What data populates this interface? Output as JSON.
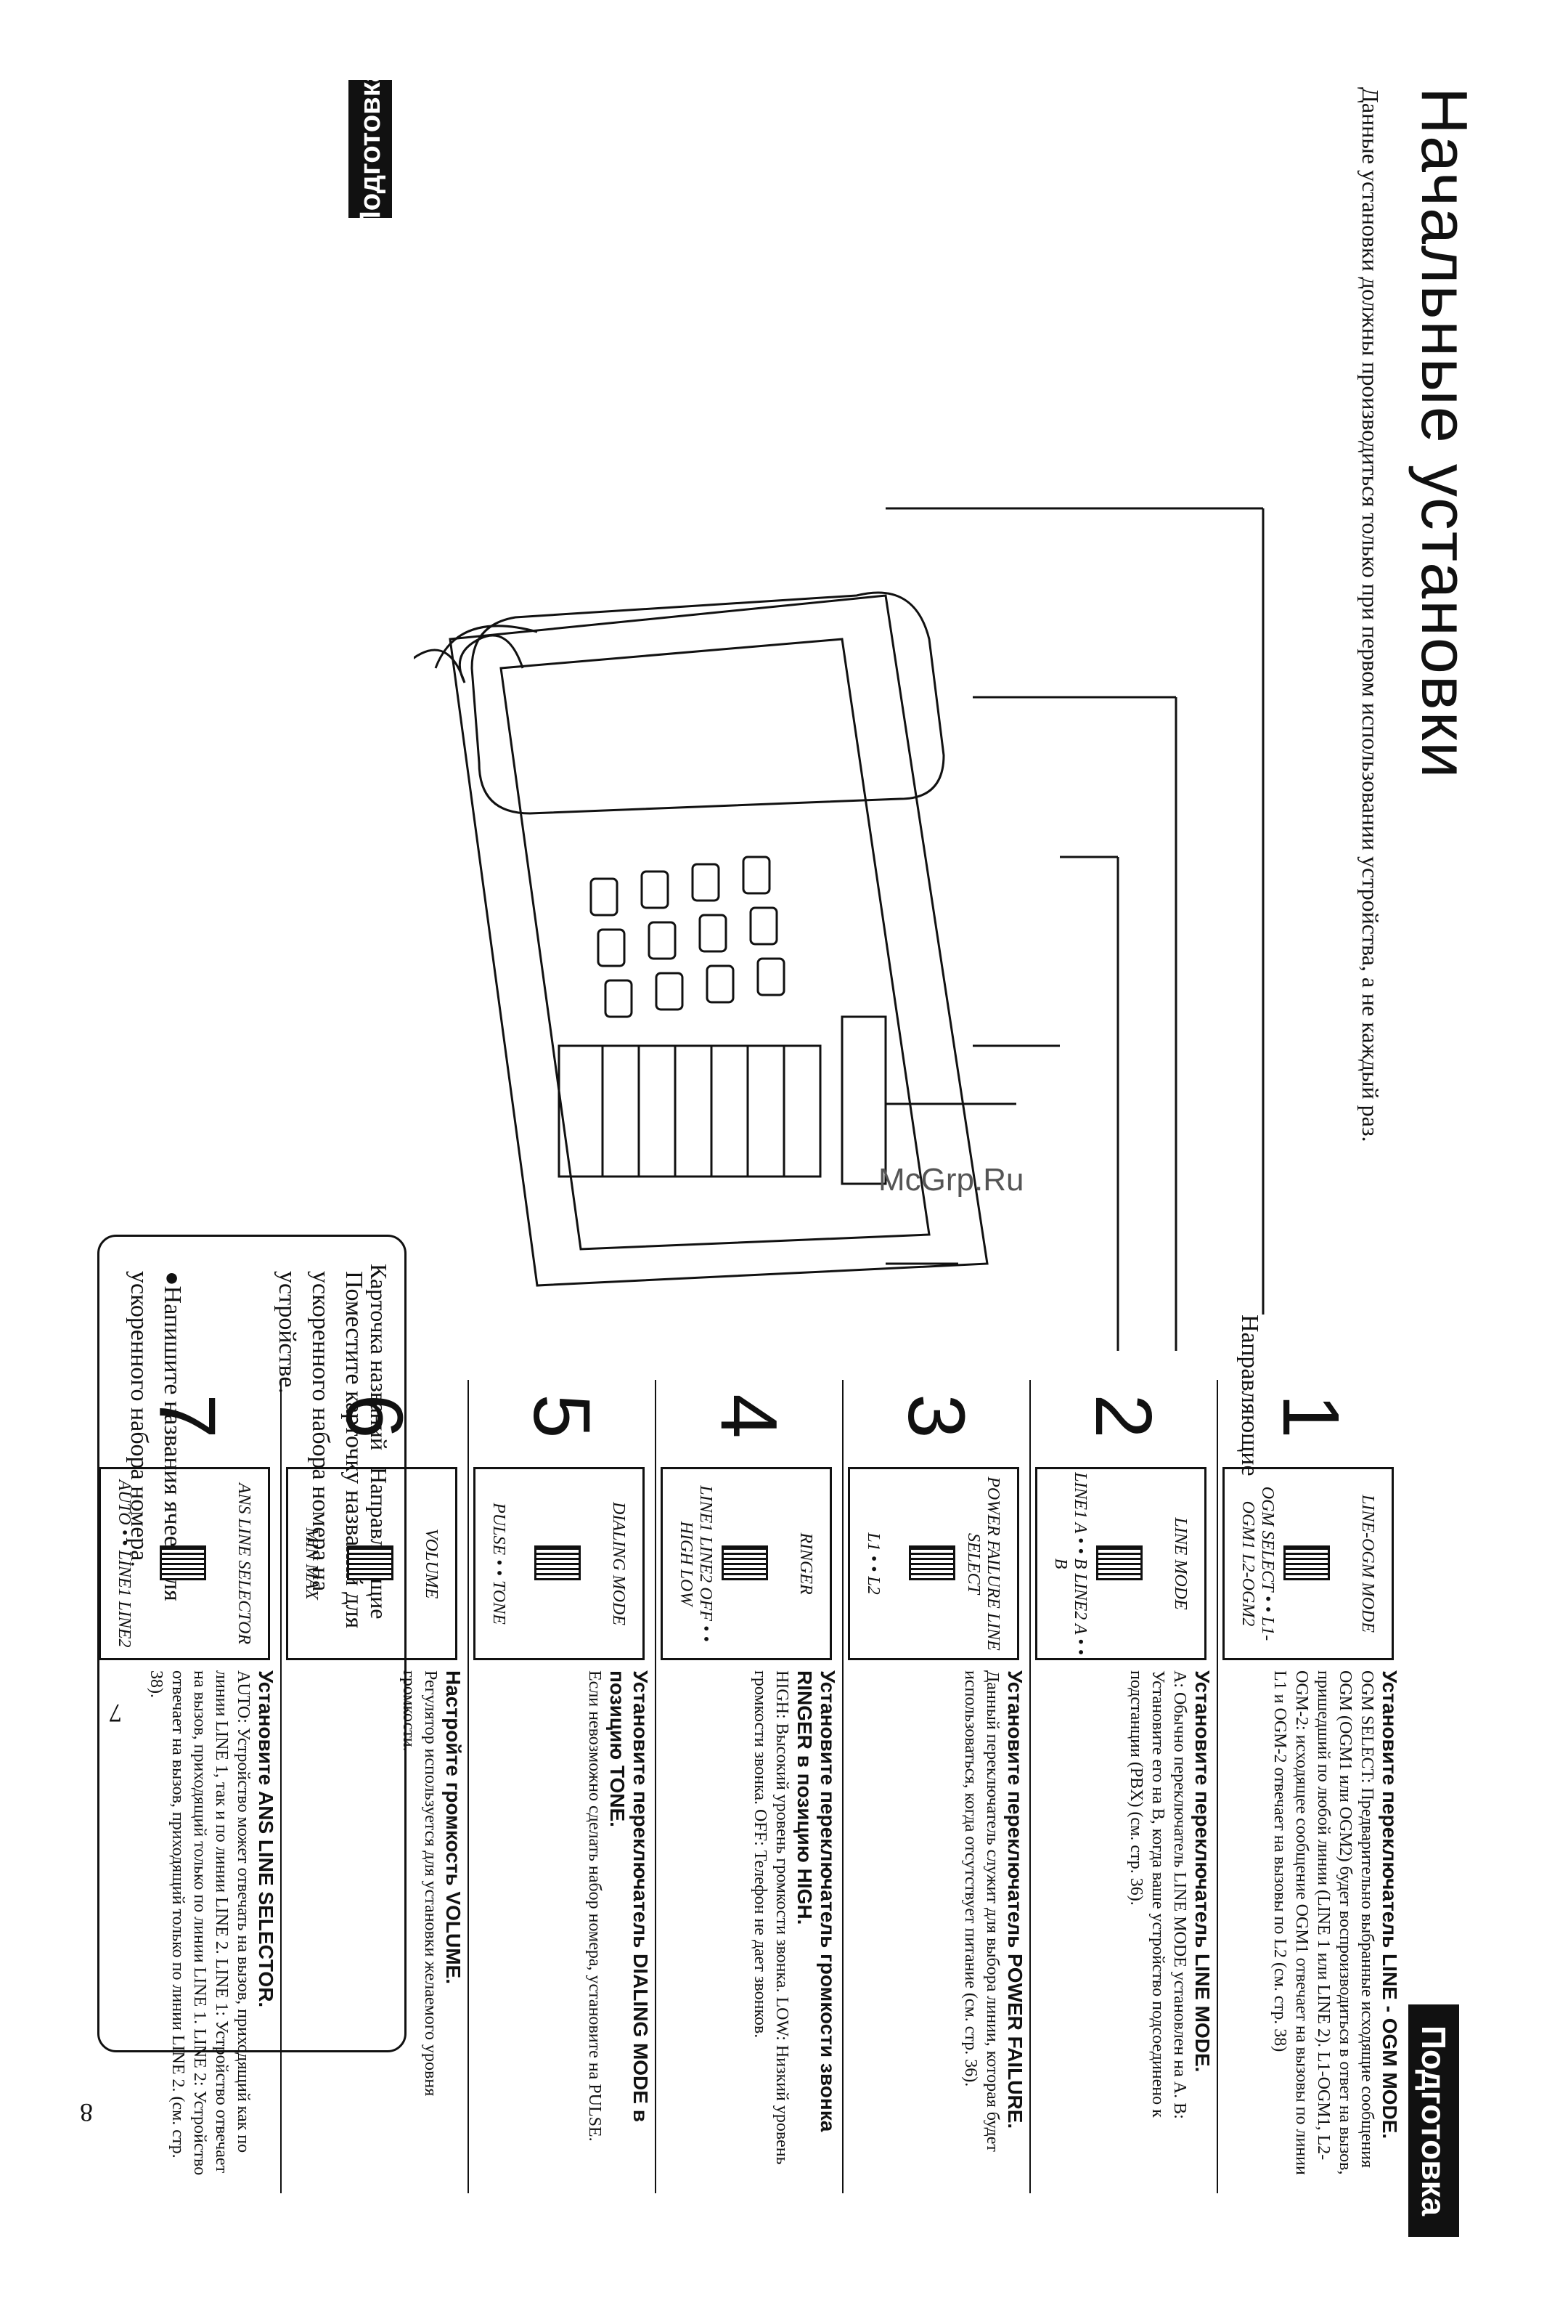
{
  "left_page": {
    "tab": "Подготовка",
    "title": "Начальные установки",
    "intro": "Данные установки должны производиться только при первом использовании устройства, а не каждый раз.",
    "guide_label_top": "Направляющие",
    "card_label": "Карточка названий",
    "guide_label_bottom": "Направляющие",
    "card_text": "Поместите карточку названий для ускоренного набора номера на устройстве.",
    "card_bullet": "●Напишите названия ячеек для ускоренного набора номера.",
    "page_number": "7"
  },
  "watermark": "McGrp.Ru",
  "right_page": {
    "tab": "Подготовка",
    "page_number": "8",
    "steps": [
      {
        "number": "1",
        "panel_title": "LINE-OGM MODE",
        "panel_options": "OGM SELECT • • L1-OGM1 L2-OGM2",
        "heading": "Установите переключатель LINE - OGM MODE.",
        "body": "OGM SELECT: Предварительно выбранные исходящие сообщения OGM (OGM1 или OGM2) будет воспроизводиться в ответ на вызов, пришедший по любой линии (LINE 1 или LINE 2). L1-OGM1, L2-OGM-2: исходящее сообщение OGM1 отвечает на вызовы по линии L1 и OGM-2 отвечает на вызовы по L2 (см. стр. 38)"
      },
      {
        "number": "2",
        "panel_title": "LINE MODE",
        "panel_options": "LINE1 A • • B LINE2 A • • B",
        "heading": "Установите переключатель LINE MODE.",
        "body": "A: Обычно переключатель LINE MODE установлен на A. B: Установите его на B, когда ваше устройство подсоединено к подстанции (PBX) (см. стр. 36)."
      },
      {
        "number": "3",
        "panel_title": "POWER FAILURE LINE SELECT",
        "panel_options": "L1 • • L2",
        "heading": "Установите переключатель POWER FAILURE.",
        "body": "Данный переключатель служит для выбора линии, которая будет использоваться, когда отсутствует питание (см. стр. 36)."
      },
      {
        "number": "4",
        "panel_title": "RINGER",
        "panel_options": "LINE1 LINE2 OFF • • HIGH LOW",
        "heading": "Установите переключатель громкости звонка RINGER в позицию HIGH.",
        "body": "HIGH: Высокий уровень громкости звонка. LOW: Низкий уровень громкости звонка. OFF: Телефон не дает звонков."
      },
      {
        "number": "5",
        "panel_title": "DIALING MODE",
        "panel_options": "PULSE • • TONE",
        "heading": "Установите переключатель DIALING MODE в позицию TONE.",
        "body": "Если невозможно сделать набор номера, установите на PULSE."
      },
      {
        "number": "6",
        "panel_title": "VOLUME",
        "panel_options": "MIN MAX",
        "heading": "Настройте громкость VOLUME.",
        "body": "Регулятор используется для установки желаемого уровня громкости."
      },
      {
        "number": "7",
        "panel_title": "ANS LINE SELECTOR",
        "panel_options": "AUTO • • LINE1 LINE2",
        "heading": "Установите ANS LINE SELECTOR.",
        "body": "AUTO: Устройство может отвечать на вызов, приходящий как по линии LINE 1, так и по линии LINE 2. LINE 1: Устройство отвечает на вызов, приходящий только по линии LINE 1. LINE 2: Устройство отвечает на вызов, приходящий только по линии LINE 2. (см. стр. 38)."
      }
    ]
  }
}
